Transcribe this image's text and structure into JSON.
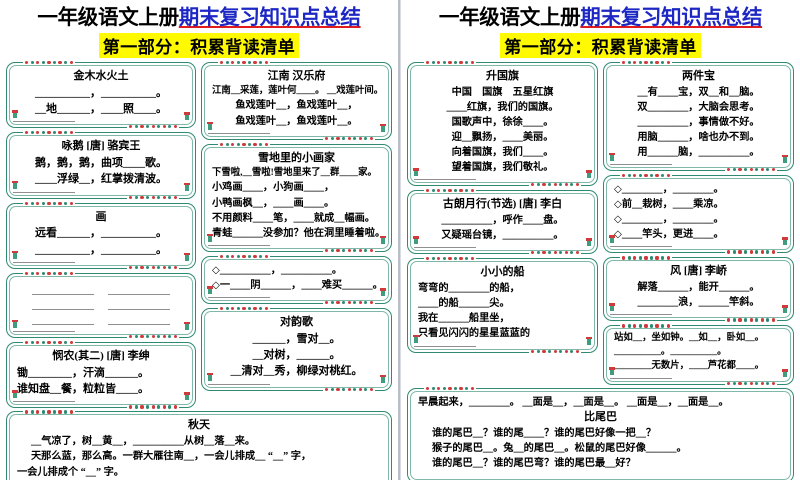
{
  "header": {
    "title_plain": "一年级语文上册",
    "title_highlight": "期末复习知识点总结",
    "subtitle": "第一部分：积累背读清单",
    "highlight_color": "#fffa00",
    "title_blue": "#1d27c4",
    "underline_red": "#e11c1c",
    "border_teal": "#2f8a72"
  },
  "left_page": {
    "col1": [
      {
        "name": "jinmushuihuotu",
        "title": "金木水火土",
        "lines": [
          "__________，__________。",
          "__地______，____照____。"
        ]
      },
      {
        "name": "yonge",
        "title": "咏鹅 [唐] 骆宾王",
        "lines": [
          "鹅，鹅，鹅，曲项____歌。",
          "____浮绿__，红掌拨清波。"
        ]
      },
      {
        "name": "hua",
        "title": "画",
        "lines": [
          "远看______，__________。",
          "__________，__________。"
        ]
      },
      {
        "name": "blank-practice",
        "title": "",
        "blank_rows": 3,
        "blank_cols": 2
      },
      {
        "name": "minnong",
        "title": "悯农(其二) [唐] 李绅",
        "lines": [
          "锄________，汗滴______。",
          "谁知盘__餐，粒粒皆____。"
        ]
      }
    ],
    "col2": [
      {
        "name": "jiangnan",
        "title": "江南 汉乐府",
        "lines": [
          "江南__采莲，莲叶何____。 __戏莲叶间。",
          "鱼戏莲叶__，鱼戏莲叶__，",
          "鱼戏莲叶__，鱼戏莲叶__。"
        ]
      },
      {
        "name": "xuedilide-xiaohuajia",
        "title": "雪地里的小画家",
        "lines": [
          "下雪啦,__雪啦!雪地里来了__群____家。",
          "小鸡画____，小狗画____，",
          "小鸭画枫__，____画____。",
          "不用颜料____笔，____就成__幅画。",
          "青蛙______没参加？他在洞里睡着啦。"
        ]
      },
      {
        "name": "diamond-practice",
        "title": "",
        "lines": [
          "◇__________，__________。",
          "◇一____阴______，____难买______。"
        ]
      },
      {
        "name": "duiyunge",
        "title": "对韵歌",
        "lines": [
          "______，雪对__。",
          "__对树，______。",
          "__清对__秀，柳绿对桃红。"
        ]
      }
    ],
    "bottom": {
      "name": "qiutian",
      "title": "秋天",
      "lines": [
        "__气凉了，树__黄__，__________从树__落__来。",
        "天那么蓝，那么高。一群大雁往南__，一会儿排成__ “__” 字，",
        "一会儿排成个 “__” 字。"
      ]
    }
  },
  "right_page": {
    "col1": [
      {
        "name": "shengguoqi",
        "title": "升国旗",
        "lines": [
          "中国　国旗　五星红旗",
          "____红旗，我们的国旗。",
          "国歌声中，徐徐____。",
          "迎__飘扬，____美丽。",
          "向着国旗，我们____。",
          "望着国旗，我们敬礼。"
        ]
      },
      {
        "name": "gulangyuexing",
        "title": "古朗月行(节选) [唐] 李白",
        "lines": [
          "__________，呼作____盘。",
          "又疑瑶台镜，__________。"
        ]
      },
      {
        "name": "xiaoxiaode-chuan",
        "title": "小小的船",
        "lines": [
          "弯弯的________的船，",
          "____的船______尖。",
          "我在______船里坐，",
          "只看见闪闪的星星蓝蓝的"
        ]
      }
    ],
    "col2": [
      {
        "name": "liangjianbao",
        "title": "两件宝",
        "lines": [
          "__有____宝，双__和__脑。",
          "双________，大脑会思考。",
          "__________，事情做不好。",
          "用脑______，啥也办不到。",
          "用______脑，__________。"
        ]
      },
      {
        "name": "diamond-practice-2",
        "title": "",
        "lines": [
          "◇________，________。",
          "◇前__栽树，____乘凉。",
          "◇________，________。",
          "◇____竿头，更进____。"
        ]
      },
      {
        "name": "feng",
        "title": "风 [唐] 李峤",
        "lines": [
          "解落______，能开______。",
          "________浪，______竿斜。"
        ]
      },
      {
        "name": "zhanru-practice",
        "title": "",
        "lines": [
          "站如__，坐如钟。__如__，卧如__。",
          "__________。__________。",
          "________无数片，____芦花都____。"
        ]
      }
    ],
    "bottom": {
      "name": "biweiba",
      "title": "比尾巴",
      "pre_line": "早晨起来，________。 __面是__，__面是__。 __面是__，__面是__。",
      "lines": [
        "谁的尾巴__？谁的尾____？谁的尾巴好像一把__？",
        "猴子的尾巴__。兔__的尾巴__。松鼠的尾巴好像______。",
        "谁的尾巴__？谁的尾巴弯？谁的尾巴最__好？"
      ]
    }
  }
}
